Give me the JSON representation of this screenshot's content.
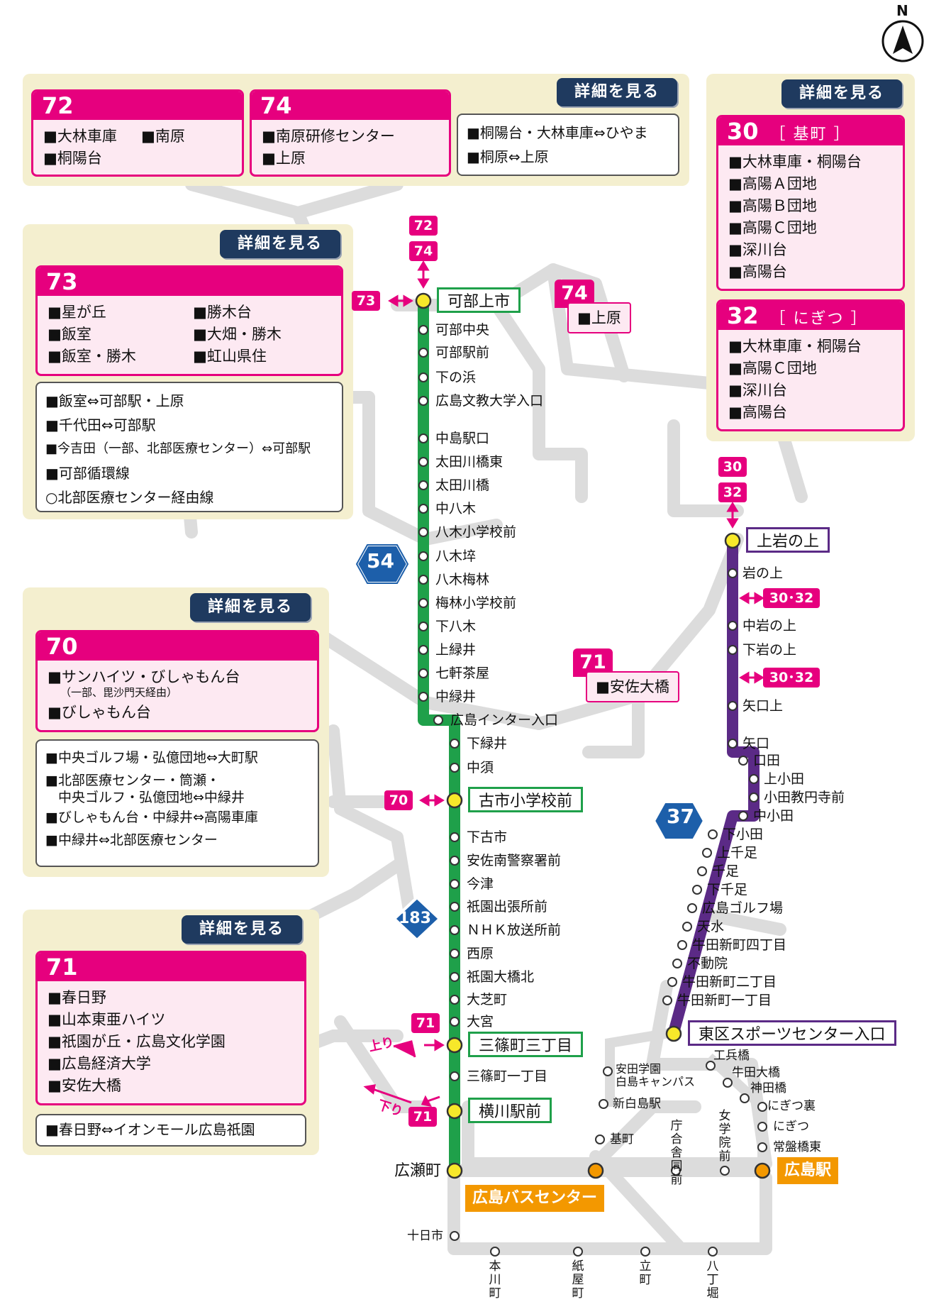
{
  "compass": {
    "label": "N"
  },
  "detail_label": "詳細を見る",
  "panel_top": {
    "route72": {
      "number": "72",
      "stops": [
        "■大林車庫",
        "■南原",
        "■桐陽台"
      ]
    },
    "route74": {
      "number": "74",
      "stops": [
        "■南原研修センター",
        "■上原"
      ]
    },
    "lines": [
      "■桐陽台・大林車庫⇔ひやま",
      "■桐原⇔上原"
    ]
  },
  "panel_73": {
    "number": "73",
    "stops": [
      "■星が丘",
      "■勝木台",
      "■飯室",
      "■大畑・勝木",
      "■飯室・勝木",
      "■虹山県住"
    ],
    "lines": [
      "■飯室⇔可部駅・上原",
      "■千代田⇔可部駅",
      "■今吉田（一部、北部医療センター）⇔可部駅",
      "■可部循環線",
      "○北部医療センター経由線"
    ]
  },
  "panel_70": {
    "number": "70",
    "stop1": "■サンハイツ・びしゃもん台",
    "stop1_note": "（一部、毘沙門天経由）",
    "stop2": "■びしゃもん台",
    "lines": [
      "■中央ゴルフ場・弘億団地⇔大町駅",
      "■北部医療センター・筒瀬・",
      "中央ゴルフ・弘億団地⇔中緑井",
      "■びしゃもん台・中緑井⇔高陽車庫",
      "■中緑井⇔北部医療センター"
    ]
  },
  "panel_71": {
    "number": "71",
    "stops": [
      "■春日野",
      "■山本東亜ハイツ",
      "■祇園が丘・広島文化学園",
      "■広島経済大学",
      "■安佐大橋"
    ],
    "lines": [
      "■春日野⇔イオンモール広島祇園"
    ]
  },
  "panel_right": {
    "route30": {
      "number": "30",
      "sub": "［ 基町 ］",
      "stops": [
        "■大林車庫・桐陽台",
        "■高陽Ａ団地",
        "■高陽Ｂ団地",
        "■高陽Ｃ団地",
        "■深川台",
        "■高陽台"
      ]
    },
    "route32": {
      "number": "32",
      "sub": "［ にぎつ ］",
      "stops": [
        "■大林車庫・桐陽台",
        "■高陽Ｃ団地",
        "■深川台",
        "■高陽台"
      ]
    }
  },
  "callouts": {
    "c74": {
      "number": "74",
      "stop": "■上原"
    },
    "c71": {
      "number": "71",
      "stop": "■安佐大橋"
    }
  },
  "tags": {
    "t72": "72",
    "t74": "74",
    "t73": "73",
    "t70": "70",
    "t71a": "71",
    "t71b": "71",
    "t30": "30",
    "t32": "32",
    "t3032a": "30･32",
    "t3032b": "30･32"
  },
  "arrows": {
    "up": "上り",
    "down": "下り"
  },
  "route_shields": {
    "r54": "54",
    "r183": "183",
    "r37": "37"
  },
  "green_line": {
    "major": {
      "kabe": "可部上市",
      "furuichi": "古市小学校前",
      "sanjo": "三篠町三丁目",
      "yokogawa": "横川駅前"
    },
    "stops": [
      "可部中央",
      "可部駅前",
      "下の浜",
      "広島文教大学入口",
      "中島駅口",
      "太田川橋東",
      "太田川橋",
      "中八木",
      "八木小学校前",
      "八木埣",
      "八木梅林",
      "梅林小学校前",
      "下八木",
      "上緑井",
      "七軒茶屋",
      "中緑井",
      "広島インター入口",
      "下緑井",
      "中須",
      "下古市",
      "安佐南警察署前",
      "今津",
      "祇園出張所前",
      "ＮＨＫ放送所前",
      "西原",
      "祇園大橋北",
      "大芝町",
      "大宮",
      "三篠町一丁目"
    ],
    "terminal": "広瀬町"
  },
  "purple_line": {
    "major": {
      "kamiiwa": "上岩の上",
      "higashiku": "東区スポーツセンター入口"
    },
    "stops": [
      "岩の上",
      "中岩の上",
      "下岩の上",
      "矢口上",
      "矢口",
      "口田",
      "上小田",
      "小田教円寺前",
      "中小田",
      "下小田",
      "上千足",
      "千足",
      "下千足",
      "広島ゴルフ場",
      "天水",
      "牛田新町四丁目",
      "不動院",
      "牛田新町二丁目",
      "牛田新町一丁目"
    ]
  },
  "city": {
    "bus_center": "広島バスセンター",
    "hiroshima_station": "広島駅",
    "tokaichi": "十日市",
    "stops_left": [
      "安田学園",
      "白島キャンパス",
      "新白島駅",
      "基町"
    ],
    "stops_right": [
      "工兵橋",
      "牛田大橋",
      "神田橋",
      "にぎつ裏",
      "にぎつ",
      "常盤橋東"
    ],
    "vertical": [
      "庁合舎同前",
      "女学院前",
      "本川町",
      "紙屋町",
      "立町",
      "八丁堀"
    ]
  }
}
